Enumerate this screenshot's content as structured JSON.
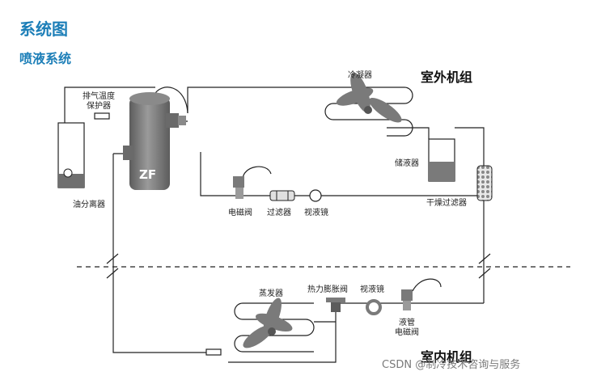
{
  "header": {
    "title": "系统图",
    "subtitle": "喷液系统"
  },
  "zones": {
    "outdoor": "室外机组",
    "indoor": "室内机组"
  },
  "labels": {
    "condenser": "冷凝器",
    "discharge_temp": "排气温度\n保护器",
    "receiver": "储液器",
    "oil_separator": "油分离器",
    "solenoid_valve": "电磁阀",
    "filter": "过滤器",
    "sight_glass": "视液镜",
    "dryer_filter": "干燥过滤器",
    "evaporator": "蒸发器",
    "expansion_valve": "热力膨胀阀",
    "sight_glass_indoor": "视液镜",
    "liquid_solenoid": "液管\n电磁阀",
    "compressor": "ZF"
  },
  "watermark": "CSDN @制冷技术咨询与服务",
  "colors": {
    "title": "#1d7fb8",
    "line": "#222222",
    "equipment": "#7a7a7a"
  }
}
